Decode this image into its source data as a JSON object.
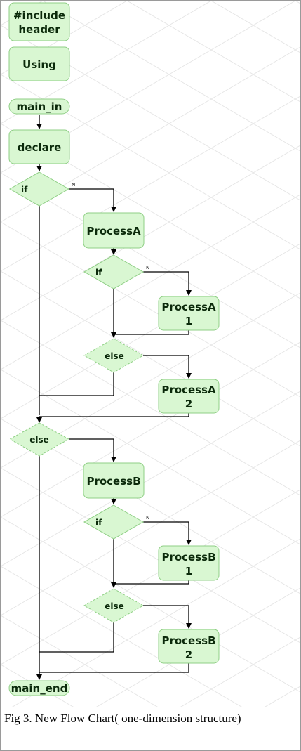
{
  "nodes": {
    "include": [
      "#include",
      "header"
    ],
    "using": "Using",
    "main_in": "main_in",
    "declare": "declare",
    "if1": "if",
    "processA": "ProcessA",
    "if2": "if",
    "processA1": [
      "ProcessA",
      "1"
    ],
    "else2": "else",
    "processA2": [
      "ProcessA",
      "2"
    ],
    "else1": "else",
    "processB": "ProcessB",
    "if3": "if",
    "processB1": [
      "ProcessB",
      "1"
    ],
    "else3": "else",
    "processB2": [
      "ProcessB",
      "2"
    ],
    "main_end": "main_end"
  },
  "branch_label": "N",
  "caption": "Fig 3. New Flow Chart( one-dimension structure)",
  "colors": {
    "fill": "#d9f7d2",
    "stroke": "#8fcf85",
    "line": "#000000",
    "grid": "#e4e4e4"
  }
}
